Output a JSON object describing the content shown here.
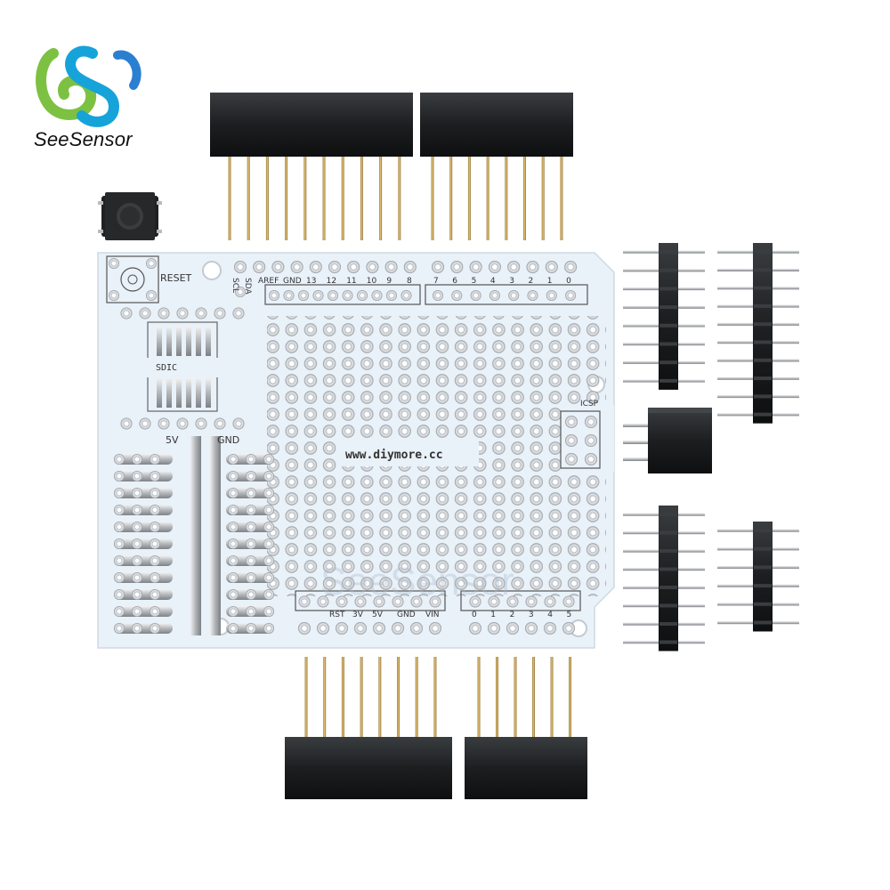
{
  "brand": {
    "name": "SeeSensor",
    "logo_colors": [
      "#7dc142",
      "#16a3d9",
      "#2b7fd1"
    ],
    "watermark": "SeeSensor"
  },
  "board": {
    "url": "www.diymore.cc",
    "color": "#e9f1f9",
    "labels": {
      "reset": "RESET",
      "scl": "SCL",
      "sda": "SDA",
      "aref": "AREF",
      "gnd_top": "GND",
      "sdic": "SDIC",
      "icsp": "ICSP",
      "v5_left": "5V",
      "gnd_left": "GND"
    },
    "digital_high_pins": [
      "13",
      "12",
      "11",
      "10",
      "9",
      "8"
    ],
    "digital_low_pins": [
      "7",
      "6",
      "5",
      "4",
      "3",
      "2",
      "1",
      "0"
    ],
    "power_pins": [
      "RST",
      "3V",
      "5V",
      "GND",
      "VIN"
    ],
    "analog_pins": [
      "0",
      "1",
      "2",
      "3",
      "4",
      "5"
    ]
  },
  "components": [
    "tactile-reset-button",
    "female-header-10pin",
    "female-header-8pin",
    "female-header-8pin",
    "female-header-6pin",
    "male-header-8pin",
    "male-header-10pin",
    "male-header-8pin",
    "male-header-6pin",
    "icsp-female-header-2x3"
  ]
}
